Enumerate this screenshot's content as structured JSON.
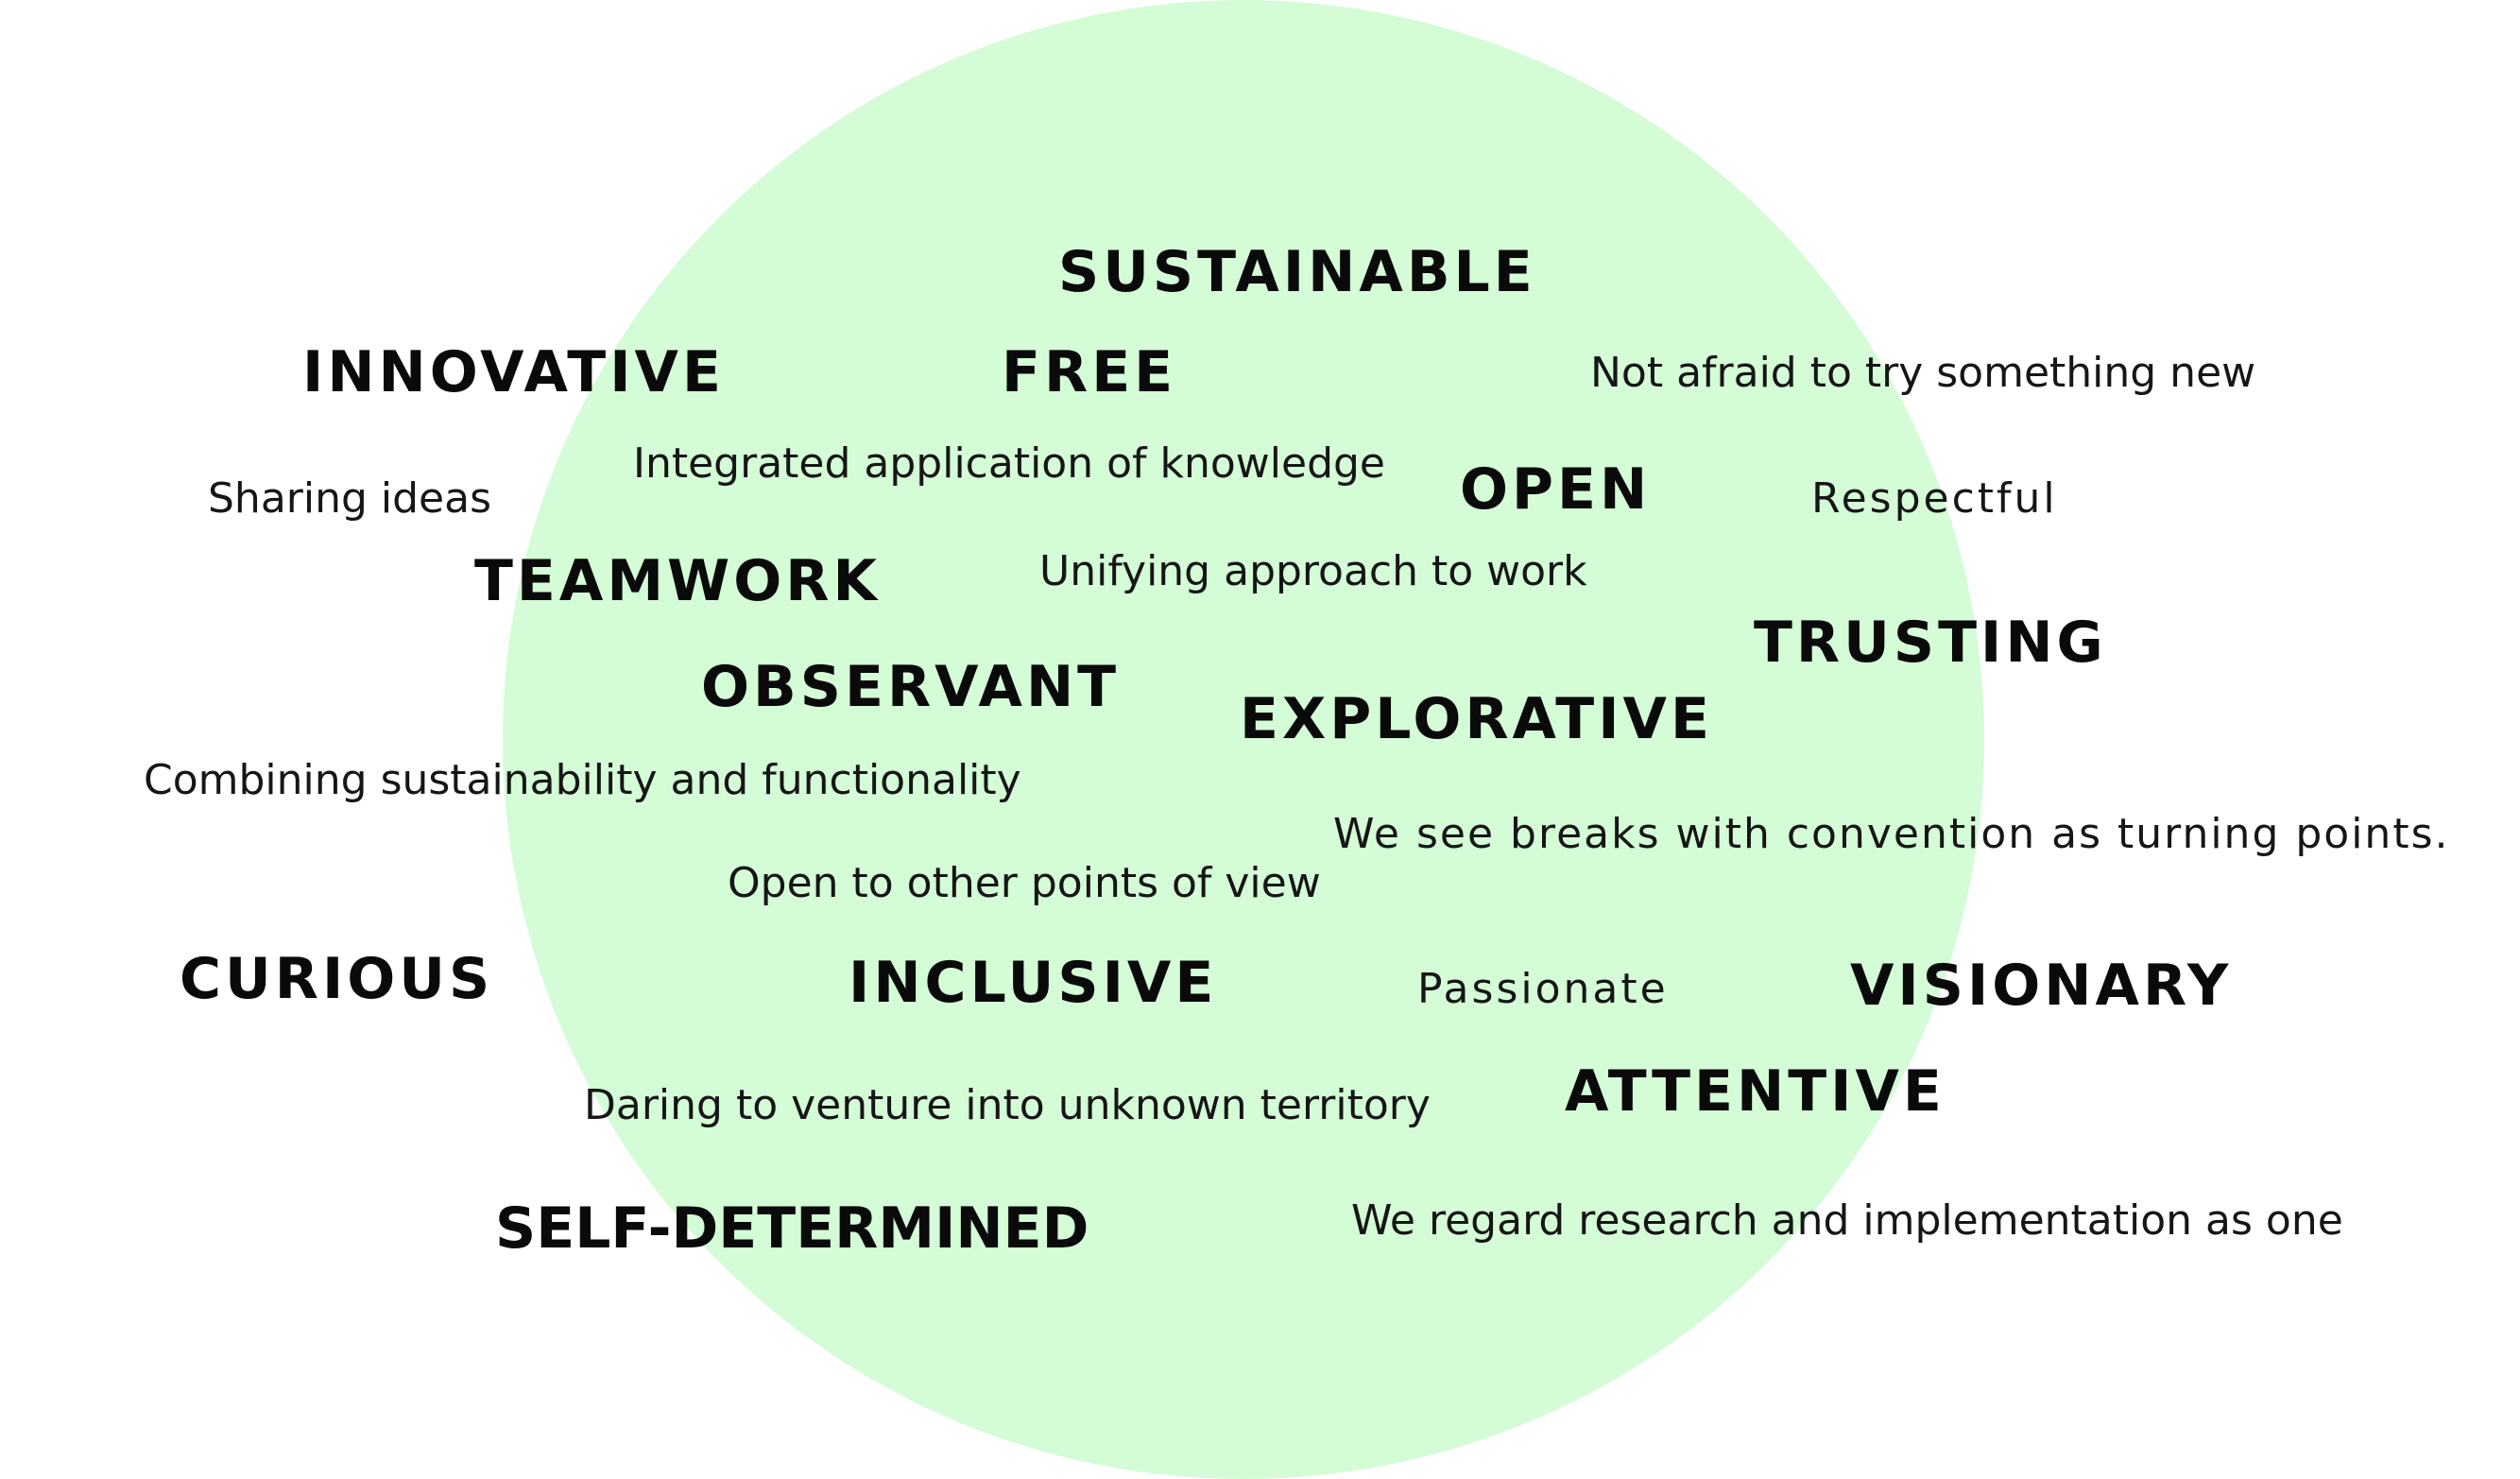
{
  "colors": {
    "circle_fill": "#d4fcd6",
    "text": "#0a0a0a",
    "background": "#ffffff"
  },
  "keywords": {
    "sustainable": "SUSTAINABLE",
    "innovative": "INNOVATIVE",
    "free": "FREE",
    "open": "OPEN",
    "teamwork": "TEAMWORK",
    "trusting": "TRUSTING",
    "observant": "OBSERVANT",
    "explorative": "EXPLORATIVE",
    "curious": "CURIOUS",
    "inclusive": "INCLUSIVE",
    "visionary": "VISIONARY",
    "attentive": "ATTENTIVE",
    "self_determined": "SELF-DETERMINED"
  },
  "phrases": {
    "not_afraid": "Not afraid to try something new",
    "integrated": "Integrated application of knowledge",
    "sharing_ideas": "Sharing ideas",
    "respectful": "Respectful",
    "unifying": "Unifying approach to work",
    "combining": "Combining sustainability and functionality",
    "breaks": "We see breaks with convention as turning points.",
    "open_points": "Open to other points of view",
    "passionate": "Passionate",
    "daring": "Daring to venture into unknown territory",
    "research": "We regard research and implementation as one"
  }
}
